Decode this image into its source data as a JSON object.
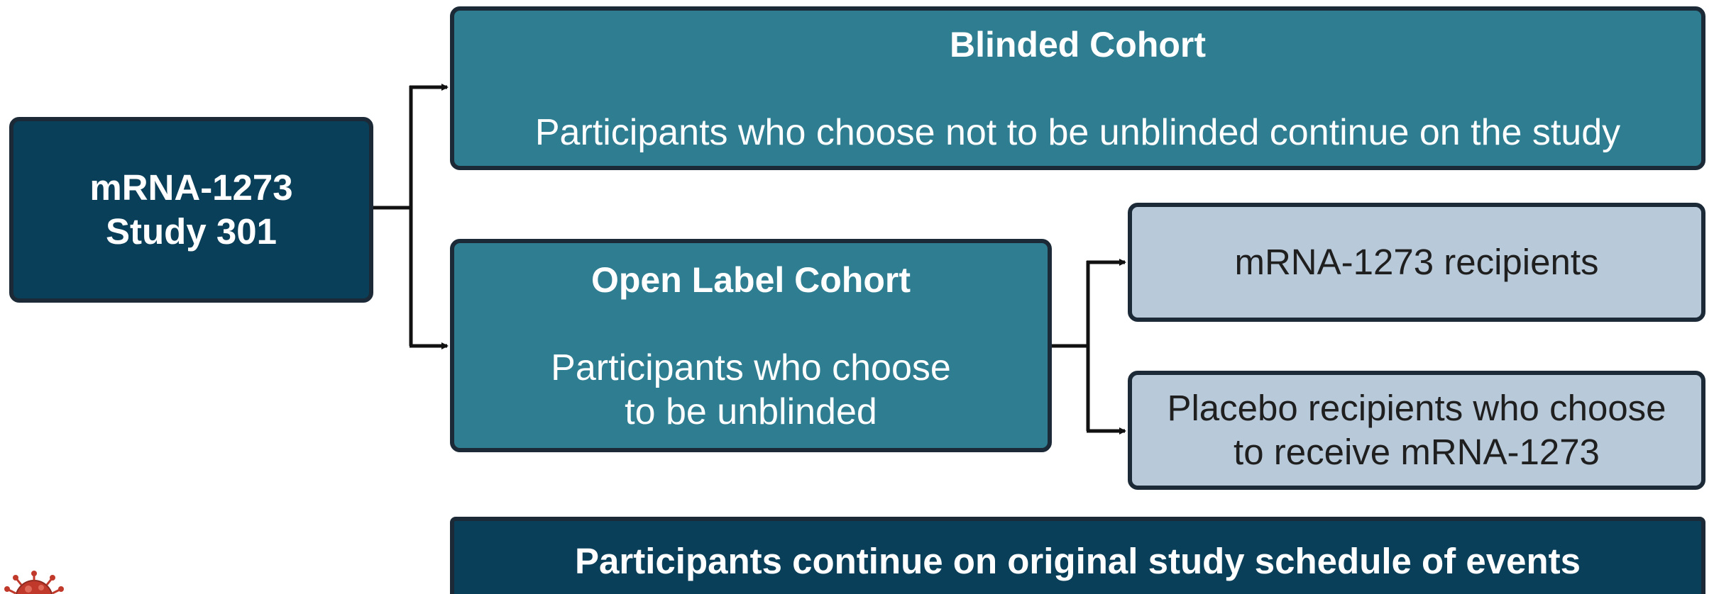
{
  "root": {
    "line1": "mRNA-1273",
    "line2": "Study 301"
  },
  "blinded": {
    "title": "Blinded Cohort",
    "body": "Participants who choose not to be unblinded continue on the study"
  },
  "open_label": {
    "title": "Open Label Cohort",
    "body_line1": "Participants who choose",
    "body_line2": "to be unblinded"
  },
  "mrna_recipients": {
    "label": "mRNA-1273 recipients"
  },
  "placebo": {
    "line1": "Placebo recipients who choose",
    "line2": "to receive mRNA-1273"
  },
  "footer": {
    "text": "Participants continue on original study schedule of events"
  },
  "colors": {
    "dark_navy": "#0a3f59",
    "teal": "#2e7d90",
    "light_blue_gray": "#b8c9d9",
    "border": "#1b2a36",
    "logo_red": "#c0392b"
  },
  "icons": {
    "corner_logo": "virus-icon"
  }
}
